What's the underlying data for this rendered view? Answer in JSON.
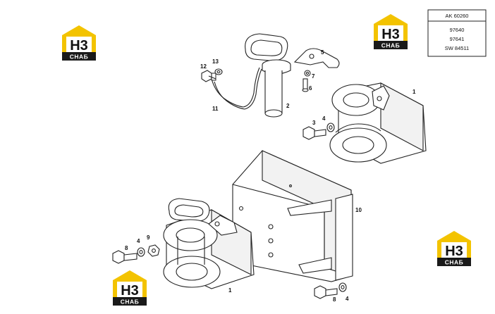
{
  "ref_box": {
    "header": "AK 60260",
    "lines": [
      "97640",
      "97641",
      "SW 84511"
    ]
  },
  "logo": {
    "mark": "H3",
    "caption": "СНАБ"
  },
  "callouts": {
    "n1_upper": "1",
    "n1_lower": "1",
    "n2": "2",
    "n3": "3",
    "n4_upper": "4",
    "n4_left": "4",
    "n4_right": "4",
    "n5": "5",
    "n6": "6",
    "n7": "7",
    "n8_left": "8",
    "n8_right": "8",
    "n9": "9",
    "n10": "10",
    "n11": "11",
    "n12": "12",
    "n13": "13"
  },
  "colors": {
    "logo_yellow": "#f3c300",
    "logo_dark": "#1a1a1a",
    "line": "#222222"
  }
}
